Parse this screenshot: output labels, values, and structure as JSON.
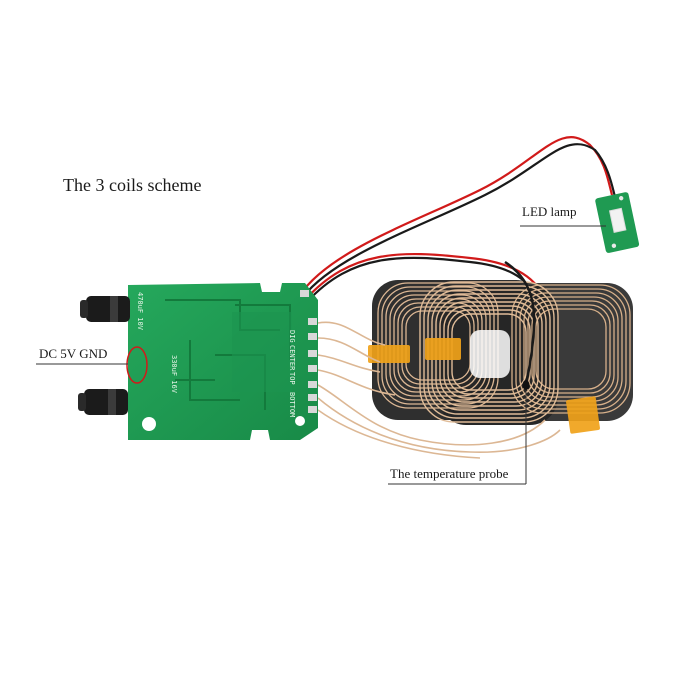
{
  "labels": {
    "title": "The 3 coils scheme",
    "led_lamp": "LED lamp",
    "dc_input": "DC 5V GND",
    "temperature_probe": "The temperature probe"
  },
  "pcb_silkscreen": {
    "terminal_1": "DIG",
    "terminal_2": "CENTER",
    "terminal_3": "TOP",
    "terminal_4": "BOTTOM",
    "cap_a": "330uF 16V",
    "cap_b": "470uF 10V"
  },
  "colors": {
    "pcb_green": "#1f9a52",
    "copper_wire": "#d9b48f",
    "ferrite": "#3a3a3a",
    "tape": "#f0a21a",
    "wire_red": "#d11a1a",
    "wire_black": "#1a1a1a"
  }
}
